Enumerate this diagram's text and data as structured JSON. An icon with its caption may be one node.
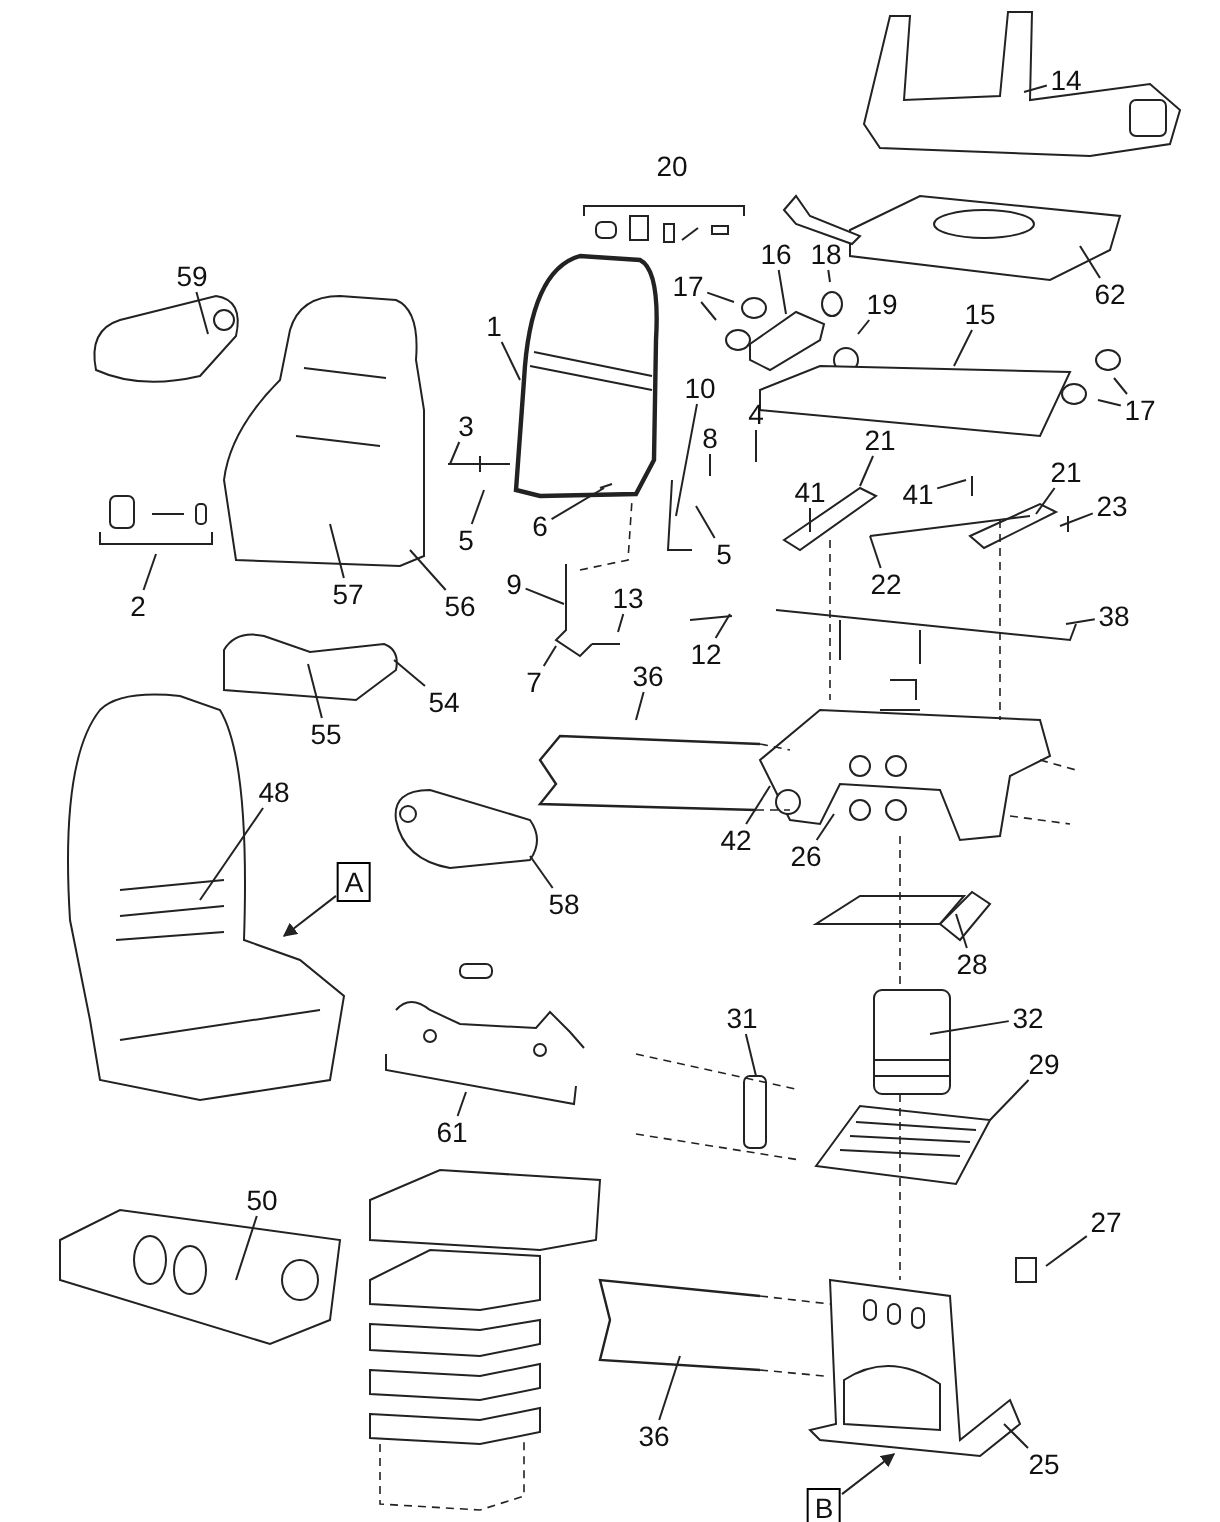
{
  "diagram": {
    "nodes": [
      {
        "text": [
          "14"
        ]
      },
      {
        "text": [
          "16"
        ]
      },
      {
        "text": [
          "18"
        ]
      },
      {
        "text": [
          "59"
        ]
      },
      {
        "text": [
          "17"
        ]
      },
      {
        "text": [
          "62"
        ]
      },
      {
        "text": [
          "19"
        ]
      },
      {
        "text": [
          "15"
        ]
      },
      {
        "text": [
          "1"
        ]
      },
      {
        "text": [
          "10"
        ]
      },
      {
        "text": [
          "17"
        ]
      },
      {
        "text": [
          "3"
        ]
      },
      {
        "text": [
          "4"
        ]
      },
      {
        "text": [
          "8"
        ]
      },
      {
        "text": [
          "21"
        ]
      },
      {
        "text": [
          "21"
        ]
      },
      {
        "text": [
          "41"
        ]
      },
      {
        "text": [
          "41"
        ]
      },
      {
        "text": [
          "23"
        ]
      },
      {
        "text": [
          "5"
        ]
      },
      {
        "text": [
          "6"
        ]
      },
      {
        "text": [
          "5"
        ]
      },
      {
        "text": [
          "22"
        ]
      },
      {
        "text": [
          "9"
        ]
      },
      {
        "text": [
          "57"
        ]
      },
      {
        "text": [
          "13"
        ]
      },
      {
        "text": [
          "2"
        ]
      },
      {
        "text": [
          "56"
        ]
      },
      {
        "text": [
          "38"
        ]
      },
      {
        "text": [
          "12"
        ]
      },
      {
        "text": [
          "36"
        ]
      },
      {
        "text": [
          "7"
        ]
      },
      {
        "text": [
          "54"
        ]
      },
      {
        "text": [
          "55"
        ]
      },
      {
        "text": [
          "48"
        ]
      },
      {
        "text": [
          "42"
        ]
      },
      {
        "text": [
          "26"
        ]
      },
      {
        "text": [
          "A"
        ]
      },
      {
        "text": [
          "58"
        ]
      },
      {
        "text": [
          "28"
        ]
      },
      {
        "text": [
          "32"
        ]
      },
      {
        "text": [
          "31"
        ]
      },
      {
        "text": [
          "29"
        ]
      },
      {
        "text": [
          "61"
        ]
      },
      {
        "text": [
          "50"
        ]
      },
      {
        "text": [
          "27"
        ]
      },
      {
        "text": [
          "36"
        ]
      },
      {
        "text": [
          "25"
        ]
      },
      {
        "text": [
          "B"
        ]
      }
    ],
    "edges": [
      {
        "from": 0,
        "to": null,
        "arrow": "none"
      },
      {
        "from": 1,
        "to": null,
        "arrow": "none"
      },
      {
        "from": 2,
        "to": null,
        "arrow": "none"
      },
      {
        "from": 3,
        "to": null,
        "arrow": "none"
      },
      {
        "from": 4,
        "to": null,
        "arrow": "none"
      },
      {
        "from": 4,
        "to": null,
        "arrow": "none"
      },
      {
        "from": 5,
        "to": null,
        "arrow": "none"
      },
      {
        "from": 6,
        "to": null,
        "arrow": "none"
      },
      {
        "from": 7,
        "to": null,
        "arrow": "none"
      },
      {
        "from": 8,
        "to": null,
        "arrow": "none"
      },
      {
        "from": 9,
        "to": null,
        "arrow": "none"
      },
      {
        "from": 10,
        "to": null,
        "arrow": "none"
      },
      {
        "from": 10,
        "to": null,
        "arrow": "none"
      },
      {
        "from": 11,
        "to": null,
        "arrow": "none"
      },
      {
        "from": 12,
        "to": null,
        "arrow": "none"
      },
      {
        "from": 13,
        "to": null,
        "arrow": "none"
      },
      {
        "from": 14,
        "to": null,
        "arrow": "none"
      },
      {
        "from": 15,
        "to": null,
        "arrow": "none"
      },
      {
        "from": 16,
        "to": null,
        "arrow": "none"
      },
      {
        "from": 17,
        "to": null,
        "arrow": "none"
      },
      {
        "from": 18,
        "to": null,
        "arrow": "none"
      },
      {
        "from": 19,
        "to": null,
        "arrow": "none"
      },
      {
        "from": 20,
        "to": null,
        "arrow": "none"
      },
      {
        "from": 21,
        "to": null,
        "arrow": "none"
      },
      {
        "from": 22,
        "to": null,
        "arrow": "none"
      },
      {
        "from": 23,
        "to": null,
        "arrow": "none"
      },
      {
        "from": 24,
        "to": null,
        "arrow": "none"
      },
      {
        "from": 25,
        "to": null,
        "arrow": "none"
      },
      {
        "from": 26,
        "to": null,
        "arrow": "none"
      },
      {
        "from": 27,
        "to": null,
        "arrow": "none"
      },
      {
        "from": 28,
        "to": null,
        "arrow": "none"
      },
      {
        "from": 29,
        "to": null,
        "arrow": "none"
      },
      {
        "from": 30,
        "to": null,
        "arrow": "none"
      },
      {
        "from": 31,
        "to": null,
        "arrow": "none"
      },
      {
        "from": 32,
        "to": null,
        "arrow": "none"
      },
      {
        "from": 33,
        "to": null,
        "arrow": "none"
      },
      {
        "from": 34,
        "to": null,
        "arrow": "none"
      },
      {
        "from": 35,
        "to": null,
        "arrow": "none"
      },
      {
        "from": 36,
        "to": null,
        "arrow": "none"
      },
      {
        "from": 37,
        "to": null,
        "arrow": "to"
      },
      {
        "from": 38,
        "to": null,
        "arrow": "none"
      },
      {
        "from": 39,
        "to": null,
        "arrow": "none"
      },
      {
        "from": 40,
        "to": null,
        "arrow": "none"
      },
      {
        "from": 41,
        "to": null,
        "arrow": "none"
      },
      {
        "from": 42,
        "to": null,
        "arrow": "none"
      },
      {
        "from": 43,
        "to": null,
        "arrow": "none"
      },
      {
        "from": 44,
        "to": null,
        "arrow": "none"
      },
      {
        "from": 45,
        "to": null,
        "arrow": "none"
      },
      {
        "from": 46,
        "to": null,
        "arrow": "none"
      },
      {
        "from": 47,
        "to": null,
        "arrow": "none"
      },
      {
        "from": 48,
        "to": null,
        "arrow": "to"
      }
    ],
    "labels": [
      "20"
    ]
  }
}
